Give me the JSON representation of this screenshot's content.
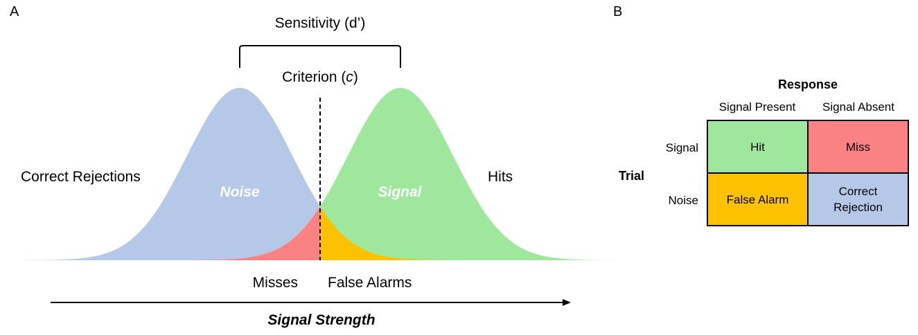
{
  "panel_a": {
    "letter": "A",
    "sensitivity_label": "Sensitivity (d’)",
    "criterion_prefix": "Criterion (",
    "criterion_symbol": "c",
    "criterion_suffix": ")",
    "noise_label": "Noise",
    "signal_label": "Signal",
    "correct_rejections_label": "Correct Rejections",
    "hits_label": "Hits",
    "misses_label": "Misses",
    "false_alarms_label": "False Alarms",
    "axis_label": "Signal Strength"
  },
  "panel_b": {
    "letter": "B",
    "response_header": "Response",
    "columns": [
      "Signal Present",
      "Signal Absent"
    ],
    "trial_header": "Trial",
    "rows": [
      "Signal",
      "Noise"
    ],
    "cells": [
      {
        "text": "Hit",
        "color": "#9ee79c"
      },
      {
        "text": "Miss",
        "color": "#fb8282"
      },
      {
        "text": "False Alarm",
        "color": "#fcc200"
      },
      {
        "text": "Correct\nRejection",
        "color": "#b5c8e8"
      }
    ]
  },
  "colors": {
    "noise": "#b5c8e8",
    "signal": "#9ee79c",
    "misses": "#fb8282",
    "false_alarms": "#fcc200"
  }
}
